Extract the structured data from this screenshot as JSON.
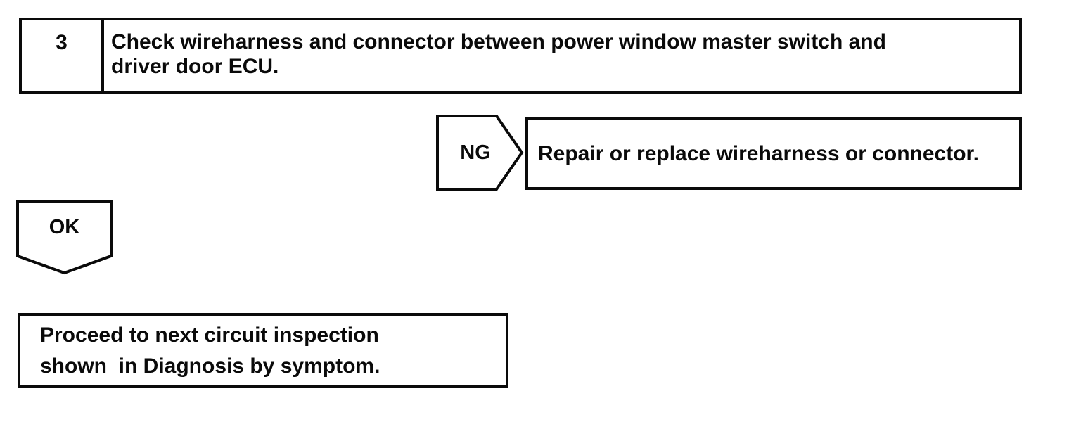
{
  "page": {
    "background_color": "#ffffff",
    "line_color": "#0a0a0a",
    "kind": "diagnostic-flowchart"
  },
  "step_box": {
    "number": "3",
    "instruction": "Check wireharness and connector between power window master switch and\ndriver door ECU."
  },
  "ng_branch": {
    "label": "NG",
    "action": "Repair or replace wireharness or connector."
  },
  "ok_branch": {
    "label": "OK",
    "action": "Proceed to next circuit inspection\nshown  in Diagnosis by symptom."
  }
}
